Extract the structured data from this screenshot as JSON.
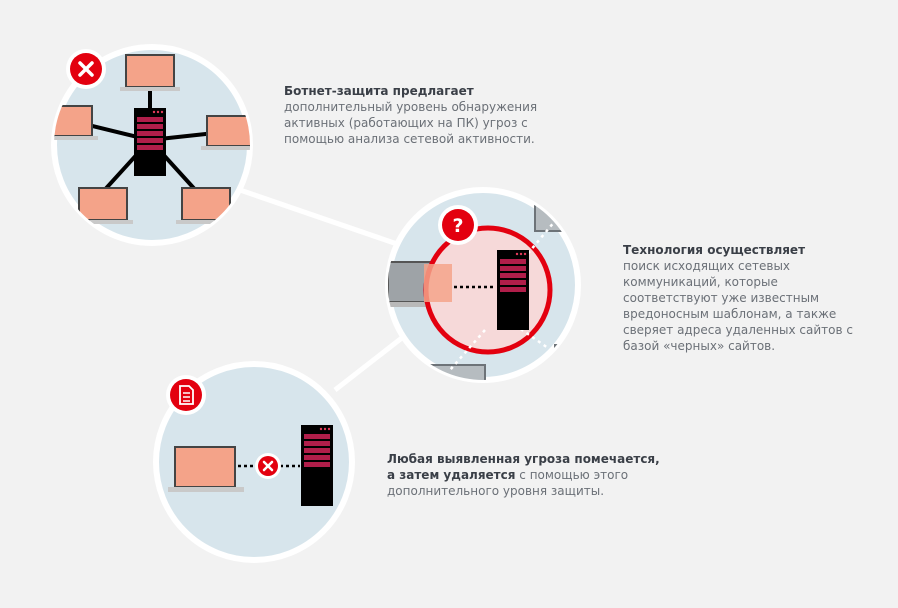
{
  "blocks": {
    "botnet": {
      "bold": "Ботнет-защита предлагает",
      "text": "дополнительный уровень обнаружения активных (работающих на ПК) угроз с помощью анализа сетевой активности."
    },
    "technology": {
      "bold": "Технология осуществляет",
      "text": "поиск исходящих сетевых коммуникаций, которые соответствуют уже известным вредоносным шаблонам, а также сверяет адреса удаленных сайтов с базой «черных» сайтов."
    },
    "removal": {
      "bold": "Любая выявленная угроза помечается, а затем удаляется",
      "text": "с помощью этого дополнительного уровня защиты."
    }
  },
  "icons": {
    "badge_1": "close-icon",
    "badge_2": "question-icon",
    "badge_3": "document-icon",
    "block_icon": "close-icon"
  },
  "colors": {
    "background": "#f2f2f2",
    "circle_fill": "#d7e5ec",
    "accent_red": "#e3000f",
    "laptop_screen": "#f4a389",
    "server": "#000000",
    "server_slot": "#b01e4a",
    "text_bold": "#3a3f47",
    "text": "#6b7077"
  }
}
